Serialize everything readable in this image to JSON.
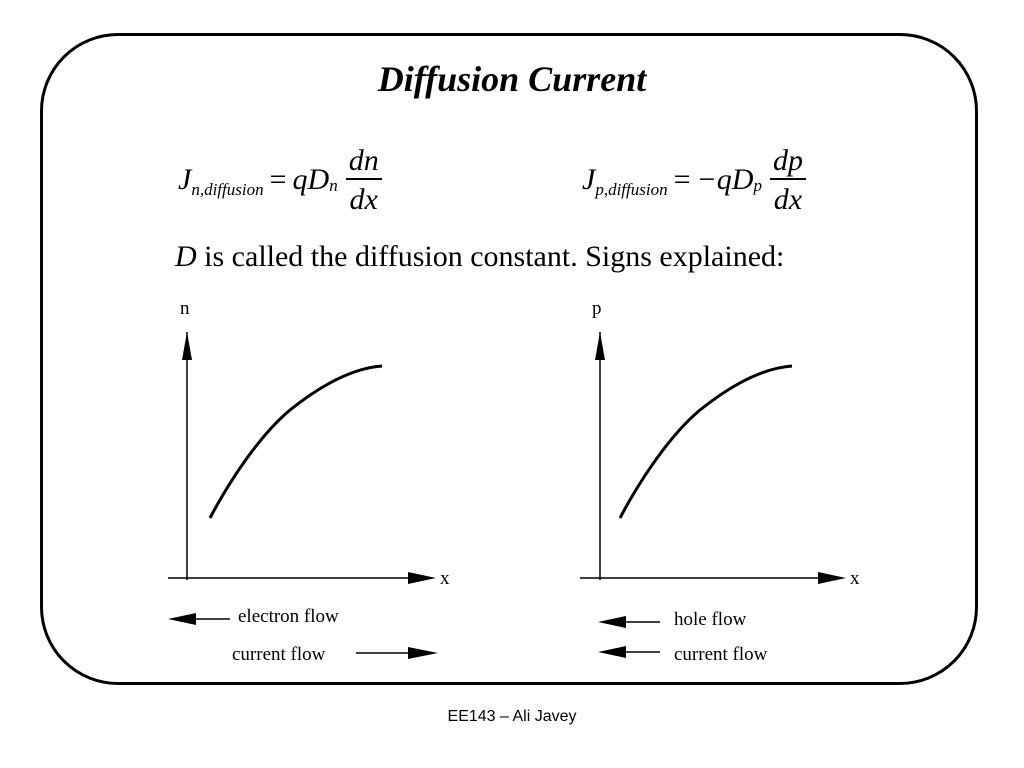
{
  "slide": {
    "title": "Diffusion Current",
    "equations": {
      "electron": {
        "lhs": "J",
        "lhs_sub": "n,diffusion",
        "op": "=",
        "coef": "qD",
        "coef_sub": "n",
        "num": "dn",
        "den": "dx"
      },
      "hole": {
        "lhs": "J",
        "lhs_sub": "p,diffusion",
        "op": "=",
        "coef": "−qD",
        "coef_sub": "p",
        "num": "dp",
        "den": "dx"
      }
    },
    "caption": {
      "var": "D",
      "text": " is called the diffusion constant. Signs explained:"
    },
    "plots": {
      "electron": {
        "y_label": "n",
        "x_label": "x",
        "flow_label": "electron flow",
        "current_label": "current flow"
      },
      "hole": {
        "y_label": "p",
        "x_label": "x",
        "flow_label": "hole flow",
        "current_label": "current flow"
      }
    },
    "footer": "EE143 – Ali Javey"
  }
}
